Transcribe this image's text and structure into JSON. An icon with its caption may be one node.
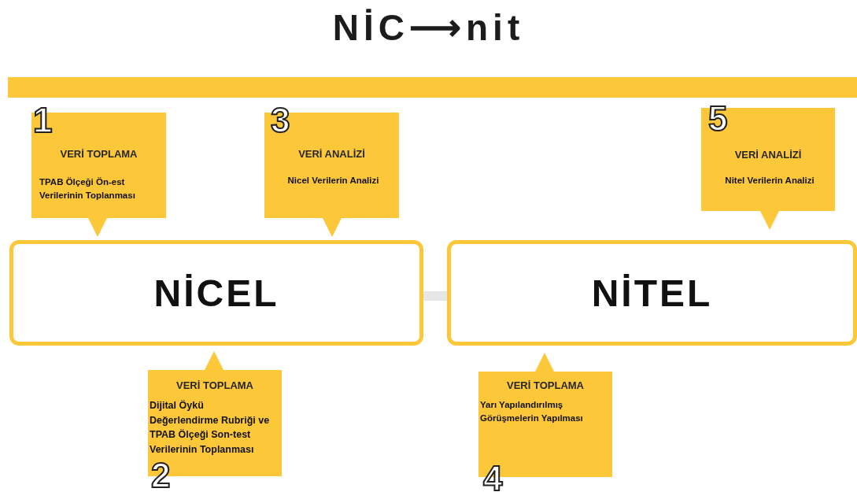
{
  "diagram": {
    "title": "NİC⟶nit",
    "nodes": [
      {
        "text": [],
        "shape": "bar"
      },
      {
        "text": [
          "1",
          "VERİ TOPLAMA",
          "TPAB Ölçeği Ön-est Verilerinin Toplanması"
        ]
      },
      {
        "text": [
          "3",
          "VERİ ANALİZİ",
          "Nicel Verilerin Analizi"
        ]
      },
      {
        "text": [
          "5",
          "VERİ ANALİZİ",
          "Nitel Verilerin Analizi"
        ]
      },
      {
        "text": [
          "NİCEL"
        ]
      },
      {
        "text": [
          "NİTEL"
        ]
      },
      {
        "text": [
          "VERİ TOPLAMA",
          "Dijital Öykü Değerlendirme Rubriği ve TPAB Ölçeği Son-test Verilerinin Toplanması",
          "2"
        ]
      },
      {
        "text": [
          "VERİ TOPLAMA",
          "Yarı Yapılandırılmış Görüşmelerin Yapılması",
          "4"
        ]
      }
    ],
    "edges": [
      {
        "from": 4,
        "to": 5,
        "arrow": "none",
        "color": "#e6e6e6"
      }
    ]
  }
}
